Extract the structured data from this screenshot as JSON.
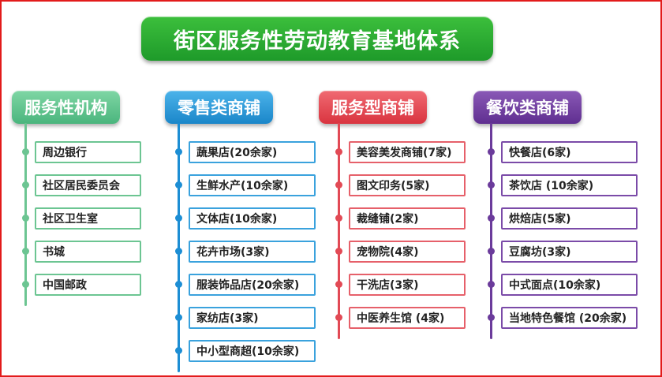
{
  "title": "街区服务性劳动教育基地体系",
  "columns": [
    {
      "header": "服务性机构",
      "items": [
        "周边银行",
        "社区居民委员会",
        "社区卫生室",
        "书城",
        "中国邮政"
      ]
    },
    {
      "header": "零售类商铺",
      "items": [
        "蔬果店(20余家)",
        "生鲜水产(10余家)",
        "文体店(10余家)",
        "花卉市场(3家)",
        "服装饰品店(20余家)",
        "家纺店(3家)",
        "中小型商超(10余家)"
      ]
    },
    {
      "header": "服务型商铺",
      "items": [
        "美容美发商铺(7家)",
        "图文印务(5家)",
        "裁缝铺(2家)",
        "宠物院(4家)",
        "干洗店(3家)",
        "中医养生馆 (4家)"
      ]
    },
    {
      "header": "餐饮类商铺",
      "items": [
        "快餐店(6家)",
        "茶饮店 (10余家)",
        "烘焙店(5家)",
        "豆腐坊(3家)",
        "中式面点(10余家)",
        "当地特色餐馆 (20余家)"
      ]
    }
  ],
  "colors": {
    "frame": "#e21b1b",
    "title_bg": "#2aa833",
    "col1": "#6cc592",
    "col2": "#1d8ed4",
    "col3": "#e24a55",
    "col4": "#6b3b9b"
  }
}
